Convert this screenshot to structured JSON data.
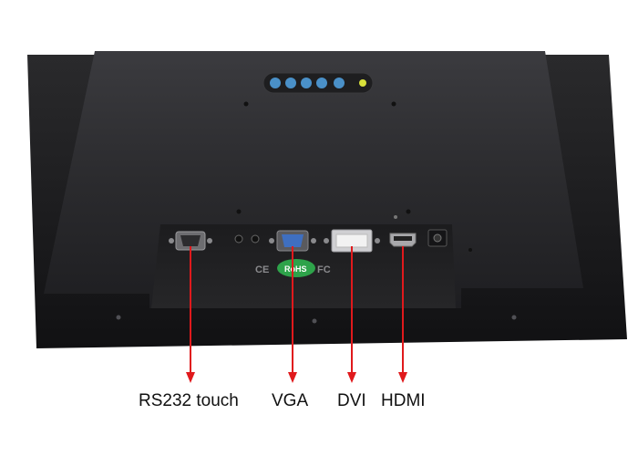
{
  "labels": {
    "rs232": "RS232 touch",
    "vga": "VGA",
    "dvi": "DVI",
    "hdmi": "HDMI"
  },
  "markings": {
    "rohs": "RoHS",
    "ce": "CE",
    "fcc": "FC"
  },
  "colors": {
    "arrow": "#e0191c",
    "chassis": "#2a2a2d",
    "button": "#4a90c8",
    "led": "#d8e03a",
    "rohs": "#2ea34a"
  }
}
